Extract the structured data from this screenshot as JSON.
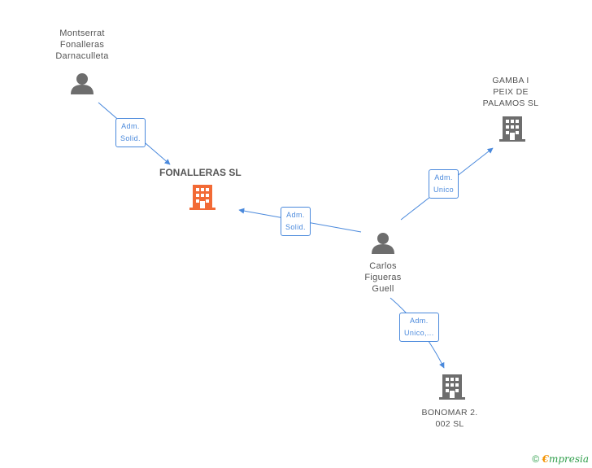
{
  "nodes": {
    "person_top": {
      "lines": [
        "Montserrat",
        "Fonalleras",
        "Darnaculleta"
      ],
      "icon": "person-icon"
    },
    "company_main": {
      "label": "FONALLERAS SL",
      "icon": "building-icon",
      "color": "#f26a35"
    },
    "company_gamba": {
      "lines": [
        "GAMBA I",
        "PEIX DE",
        "PALAMOS SL"
      ],
      "icon": "building-icon",
      "color": "#6d6d6d"
    },
    "person_center": {
      "lines": [
        "Carlos",
        "Figueras",
        "Guell"
      ],
      "icon": "person-icon"
    },
    "company_bonomar": {
      "lines": [
        "BONOMAR 2.",
        "002 SL"
      ],
      "icon": "building-icon",
      "color": "#6d6d6d"
    }
  },
  "edges": [
    {
      "lines": [
        "Adm.",
        "Solid."
      ]
    },
    {
      "lines": [
        "Adm.",
        "Solid."
      ]
    },
    {
      "lines": [
        "Adm.",
        "Unico"
      ]
    },
    {
      "lines": [
        "Adm.",
        "Unico,..."
      ]
    }
  ],
  "colors": {
    "edge": "#4a89dc",
    "person": "#6d6d6d",
    "main_company": "#f26a35",
    "company": "#6d6d6d"
  },
  "footer": {
    "copyright_symbol": "©",
    "brand_first": "€",
    "brand_rest": "mpresia"
  }
}
